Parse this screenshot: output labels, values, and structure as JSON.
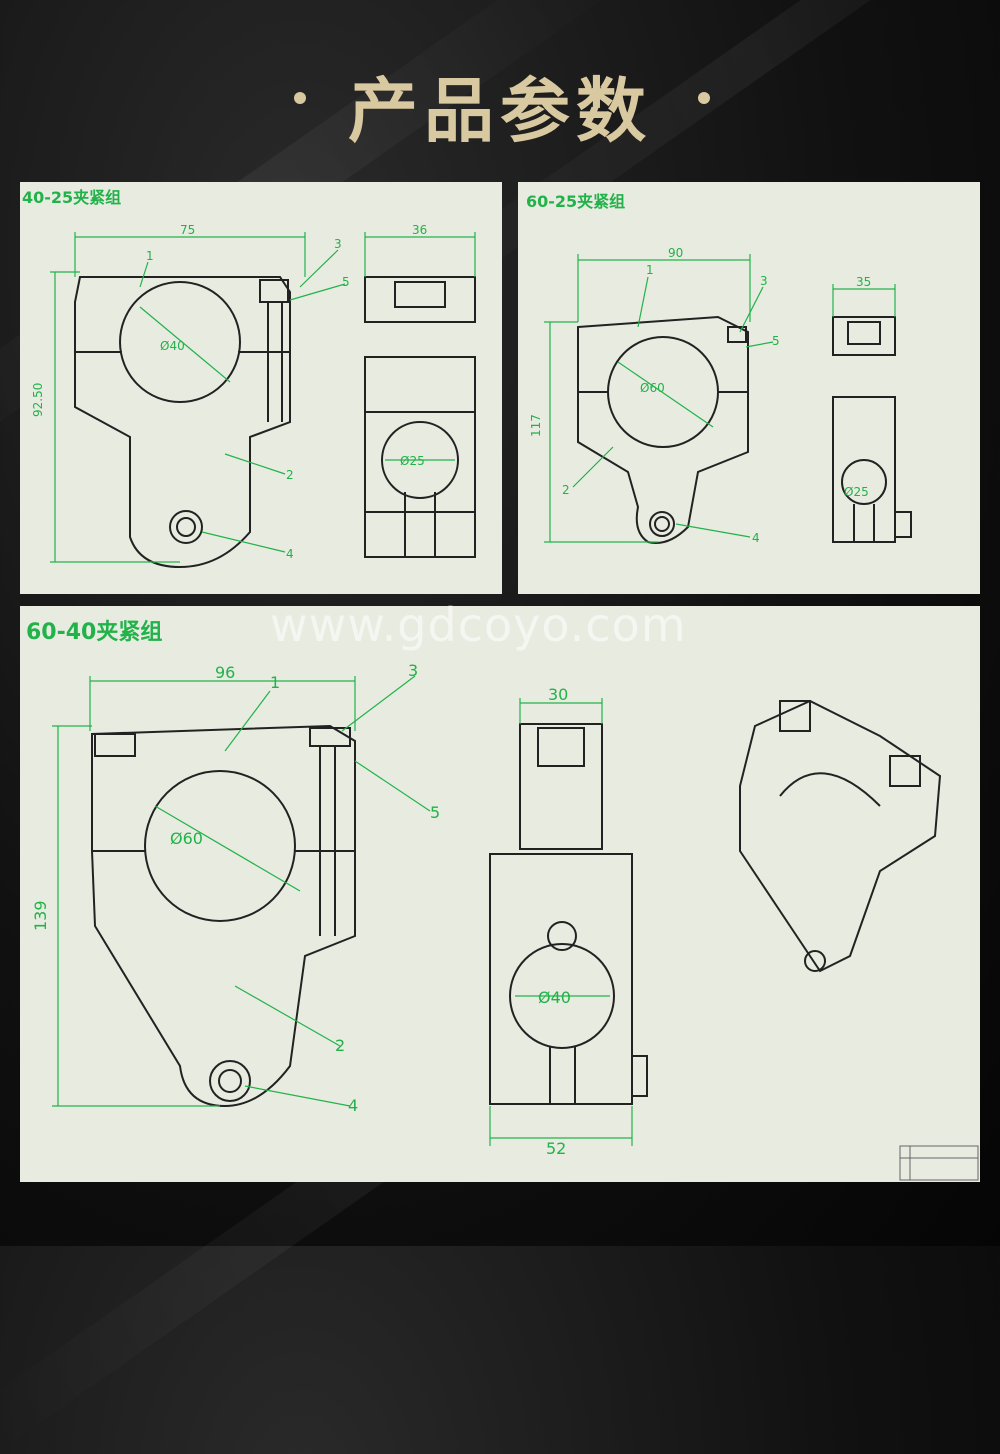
{
  "header": {
    "title": "产品参数"
  },
  "watermark": "www.gdcoyo.com",
  "panels": {
    "p1": {
      "label": "40-25夹紧组",
      "w": "75",
      "w2": "36",
      "h": "92.50",
      "d1": "Ø40",
      "d2": "Ø25",
      "n1": "1",
      "n2": "2",
      "n3": "3",
      "n4": "4",
      "n5": "5"
    },
    "p2": {
      "label": "60-25夹紧组",
      "w": "90",
      "w2": "35",
      "h": "117",
      "d1": "Ø60",
      "d2": "Ø25",
      "n1": "1",
      "n2": "2",
      "n3": "3",
      "n4": "4",
      "n5": "5"
    },
    "p3": {
      "label": "60-40夹紧组",
      "w": "96",
      "w2": "30",
      "w3": "52",
      "h": "139",
      "d1": "Ø60",
      "d2": "Ø40",
      "n1": "1",
      "n2": "2",
      "n3": "3",
      "n4": "4",
      "n5": "5"
    }
  },
  "colors": {
    "accent": "#d9c9a0",
    "dimension": "#22b24a",
    "paper": "#e8ebe0",
    "line": "#222222"
  }
}
